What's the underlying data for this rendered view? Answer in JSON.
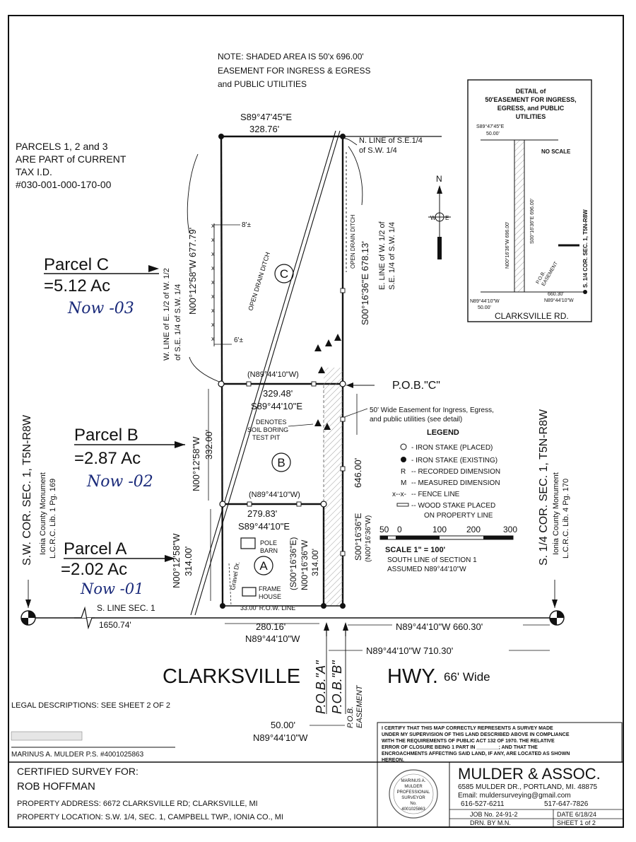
{
  "note": {
    "line1": "NOTE: SHADED AREA IS 50'x 696.00'",
    "line2": "EASEMENT FOR INGRESS & EGRESS",
    "line3": "and PUBLIC UTILITIES"
  },
  "tax": {
    "line1": "PARCELS 1, 2 and 3",
    "line2": "ARE PART of CURRENT",
    "line3": "TAX I.D.",
    "line4": "#030-001-000-170-00"
  },
  "top_bearing": "S89°47'45\"E",
  "top_distance": "328.76'",
  "n_line_1": "N. LINE of S.E.1/4",
  "n_line_2": "of S.W. 1/4",
  "w_line_1": "W. LINE of E. 1/2 of W. 1/2",
  "w_line_2": "of S.E. 1/4 of S.W. 1/4",
  "w_bearing_c": "N00°12'58\"W 677.79'",
  "e_line_1": "E. LINE of W. 1/2 of",
  "e_line_2": "S.E. 1/4 of S.W. 1/4",
  "e_bearing_c": "S00°16'36\"E 678.13'",
  "ditch_open": "OPEN DRAIN DITCH",
  "ditch_open2": "OPEN DRAIN DITCH",
  "fence_8": "8'±",
  "fence_6": "6'±",
  "parcel_c": {
    "title": "Parcel C",
    "area": "=5.12 Ac",
    "note": "Now -03",
    "letter": "C"
  },
  "parcel_b": {
    "title": "Parcel B",
    "area": "=2.87 Ac",
    "note": "Now -02",
    "letter": "B"
  },
  "parcel_a": {
    "title": "Parcel A",
    "area": "=2.02 Ac",
    "note": "Now -01",
    "letter": "A"
  },
  "line_cb": {
    "recorded": "(N89°44'10\"W)",
    "distance": "329.48'",
    "bearing": "S89°44'10\"E"
  },
  "line_ba": {
    "recorded": "(N89°44'10\"W)",
    "distance": "279.83'",
    "bearing": "S89°44'10\"E"
  },
  "pob_c": "P.O.B.\"C\"",
  "easement_wide_1": "50' Wide Easement for Ingress, Egress,",
  "easement_wide_2": "and public utilities (see detail)",
  "soil_1": "DENOTES",
  "soil_2": "SOIL BORING",
  "soil_3": "TEST PIT",
  "w_bearing_b_1": "N00°12'58\"W",
  "w_bearing_b_2": "332.00'",
  "e_646": "646.00'",
  "e_bearing_ab_1": "S00°16'36\"E",
  "e_bearing_ab_2": "(N00°16'36\"W)",
  "w_bearing_a_1": "N00°12'58\"W",
  "w_bearing_a_2": "314.00'",
  "mid_bearing_a_1": "(S00°16'36\"E)",
  "mid_bearing_a_2": "N00°16'36\"W",
  "mid_bearing_a_3": "314.00'",
  "pole_barn_1": "POLE",
  "pole_barn_2": "BARN",
  "frame_house_1": "FRAME",
  "frame_house_2": "HOUSE",
  "gravel_dr": "Gravel Dr.",
  "row_line": "33.00' R.O.W. LINE",
  "s_line": "S. LINE SEC. 1",
  "s_dist": "1650.74'",
  "bottom_280": "280.16'",
  "bottom_280_brg": "N89°44'10\"W",
  "bottom_660": "N89°44'10\"W 660.30'",
  "bottom_710": "N89°44'10\"W 710.30'",
  "hwy_name": "CLARKSVILLE",
  "hwy_suffix": "HWY.",
  "hwy_width": "66' Wide",
  "pob_a": "P.O.B.\"A\"",
  "pob_b": "P.O.B.\"B\"",
  "pob_easement_1": "P.O.B.",
  "pob_easement_2": "EASEMENT",
  "bottom_50": "50.00'",
  "bottom_50_brg": "N89°44'10\"W",
  "sw_cor_1": "S.W. COR. SEC. 1, T5N-R8W",
  "sw_cor_2": "Ionia County Monument",
  "sw_cor_3": "L.C.R.C. Lib. 1 Pg. 169",
  "s14_cor_1": "S. 1/4 COR. SEC. 1, T5N-R8W",
  "s14_cor_2": "Ionia County Monument",
  "s14_cor_3": "L.C.R.C. Lib. 4 Pg. 170",
  "north_label": "N",
  "legend": {
    "title": "LEGEND",
    "items": [
      "- IRON STAKE (PLACED)",
      "- IRON STAKE (EXISTING)",
      "-- RECORDED DIMENSION",
      "-- MEASURED DIMENSION",
      "-- FENCE LINE",
      "-- WOOD STAKE PLACED",
      "ON PROPERTY LINE"
    ],
    "r": "R",
    "m": "M",
    "fence_sym": "x--x-"
  },
  "scale": {
    "ticks": [
      "50",
      "0",
      "100",
      "200",
      "300"
    ],
    "text": "SCALE 1\" = 100'",
    "south_1": "SOUTH LINE of SECTION 1",
    "south_2": "ASSUMED N89°44'10\"W"
  },
  "detail": {
    "title_1": "DETAIL of",
    "title_2": "50'EASEMENT FOR INGRESS,",
    "title_3": "EGRESS, and PUBLIC",
    "title_4": "UTILITIES",
    "top_brg": "S89°47'45\"E",
    "top_dist": "50.00'",
    "no_scale": "NO SCALE",
    "left_brg": "N00°16'36\"W 696.00'",
    "right_brg": "S00°16'36\"E 696.00'",
    "pob": "P.O.B.",
    "easement": "EASEMENT",
    "bottom_right": "660.30'",
    "bottom_right_brg": "N89°44'10\"W",
    "bottom_left_brg": "N89°44'10\"W",
    "bottom_left": "50.00'",
    "road": "CLARKSVILLE RD.",
    "sec": "S. 1/4 COR. SEC. 1, T5N-R8W"
  },
  "legal_desc": "LEGAL DESCRIPTIONS: SEE SHEET 2 OF 2",
  "surveyor_line": "MARINUS A. MULDER P.S. #4001025863",
  "certify": [
    "I CERTIFY THAT THIS MAP CORRECTLY REPRESENTS A SURVEY MADE",
    "UNDER MY SUPERVISION OF THIS LAND DESCRIBED ABOVE IN COMPLIANCE",
    "WITH THE REQUIREMENTS OF PUBLIC ACT 132 OF 1970. THE RELATIVE",
    "ERROR OF CLOSURE BEING 1 PART IN ________; AND THAT THE",
    "ENCROACHMENTS AFFECTING SAID LAND, IF ANY, ARE LOCATED AS SHOWN",
    "HEREON."
  ],
  "title_block": {
    "certified_for": "CERTIFIED SURVEY FOR:",
    "client": "ROB HOFFMAN",
    "address": "PROPERTY ADDRESS: 6672 CLARKSVILLE RD; CLARKSVILLE, MI",
    "location": "PROPERTY LOCATION: S.W. 1/4, SEC. 1, CAMPBELL TWP., IONIA CO., MI",
    "company": "MULDER & ASSOC.",
    "company_addr": "6585 MULDER DR., PORTLAND, MI. 48875",
    "email": "Email: muldersurveying@gmail.com",
    "phone1": "616-527-6211",
    "phone2": "517-647-7826",
    "job": "JOB No. 24-91-2",
    "date": "DATE 6/18/24",
    "drn": "DRN. BY M.N.",
    "sheet": "SHEET 1 of 2",
    "seal_1": "MARINUS A.",
    "seal_2": "MULDER",
    "seal_3": "PROFESSIONAL",
    "seal_4": "SURVEYOR",
    "seal_5": "No.",
    "seal_6": "4001025863"
  }
}
